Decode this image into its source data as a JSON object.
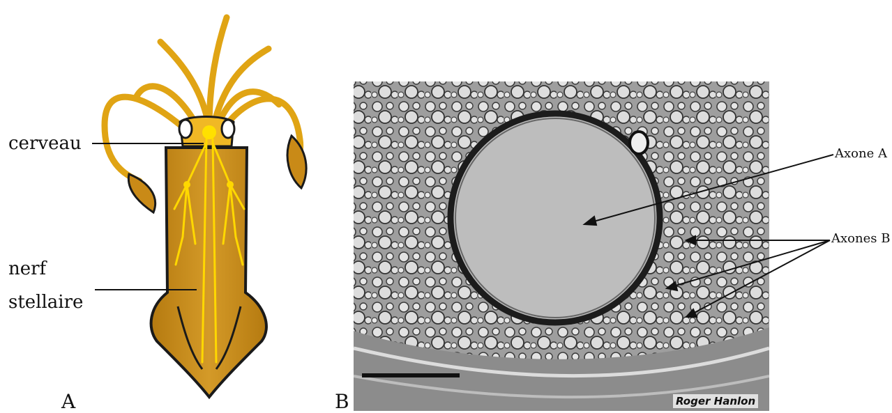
{
  "panel_a": {
    "letter": "A",
    "labels": {
      "cerveau": "cerveau",
      "nerf_line1": "nerf",
      "nerf_line2": "stellaire"
    },
    "colors": {
      "body": "#c98a17",
      "tentacle": "#e0a414",
      "nerve": "#ffd800",
      "outline": "#1a1a1a"
    }
  },
  "panel_b": {
    "letter": "B",
    "labels": {
      "axone_a": "Axone A",
      "axones_b": "Axones B"
    },
    "credit": "Roger Hanlon",
    "colors": {
      "micrograph": "#c9c9c9",
      "giant_axon": "#bdbdbd",
      "sheath": "#1c1c1c"
    }
  }
}
